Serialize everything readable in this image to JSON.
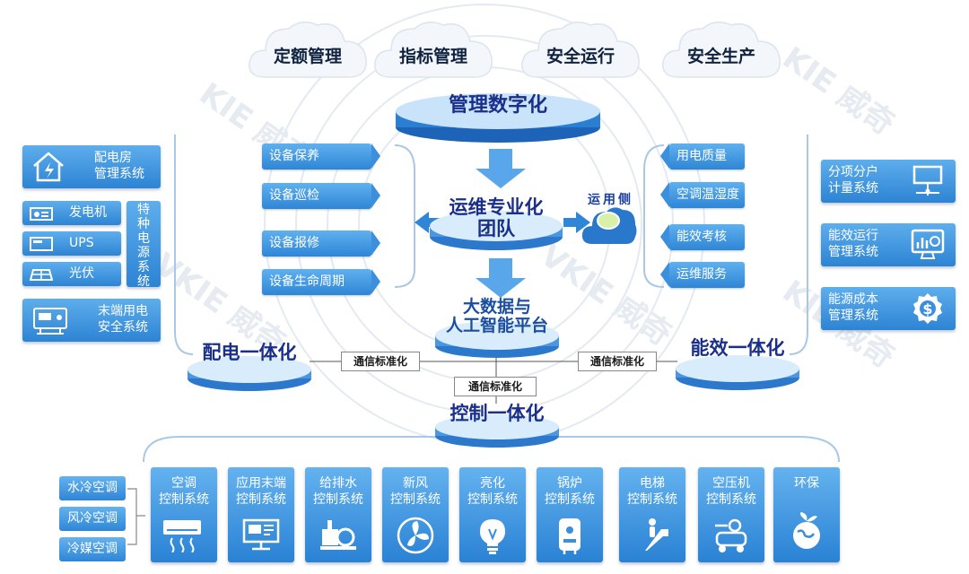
{
  "top_clouds": [
    "定额管理",
    "指标管理",
    "安全运行",
    "安全生产"
  ],
  "layers": {
    "management": "管理数字化",
    "ops_team": [
      "运维专业化",
      "团队"
    ],
    "platform": [
      "大数据与",
      "人工智能平台"
    ],
    "distribution": "配电一体化",
    "efficiency": "能效一体化",
    "control": "控制一体化"
  },
  "comm_labels": [
    "通信标准化",
    "通信标准化",
    "通信标准化"
  ],
  "user_side": "运用侧",
  "left_tags": [
    "设备保养",
    "设备巡检",
    "设备报修",
    "设备生命周期"
  ],
  "right_tags": [
    "用电质量",
    "空调温湿度",
    "能效考核",
    "运维服务"
  ],
  "left_systems": {
    "power_room": [
      "配电房",
      "管理系统"
    ],
    "generator": "发电机",
    "ups": "UPS",
    "pv": "光伏",
    "special_power": "特种电源系统",
    "terminal_safety": [
      "末端用电",
      "安全系统"
    ]
  },
  "right_systems": [
    [
      "分项分户",
      "计量系统"
    ],
    [
      "能效运行",
      "管理系统"
    ],
    [
      "能源成本",
      "管理系统"
    ]
  ],
  "ac_types": [
    "水冷空调",
    "风冷空调",
    "冷媒空调"
  ],
  "bottom_systems": [
    [
      "空调",
      "控制系统"
    ],
    [
      "应用末端",
      "控制系统"
    ],
    [
      "给排水",
      "控制系统"
    ],
    [
      "新风",
      "控制系统"
    ],
    [
      "亮化",
      "控制系统"
    ],
    [
      "锅炉",
      "控制系统"
    ],
    [
      "电梯",
      "控制系统"
    ],
    [
      "空压机",
      "控制系统"
    ],
    [
      "环保"
    ]
  ],
  "watermarks": [
    "KIE 威奇",
    "VKIE 威奇"
  ],
  "colors": {
    "box_top": "#5fb0ee",
    "box_bottom": "#2d84d4",
    "disc_text": "#1a2f8a",
    "cloud_text": "#0f2340",
    "arrow": "#2f86d6"
  }
}
